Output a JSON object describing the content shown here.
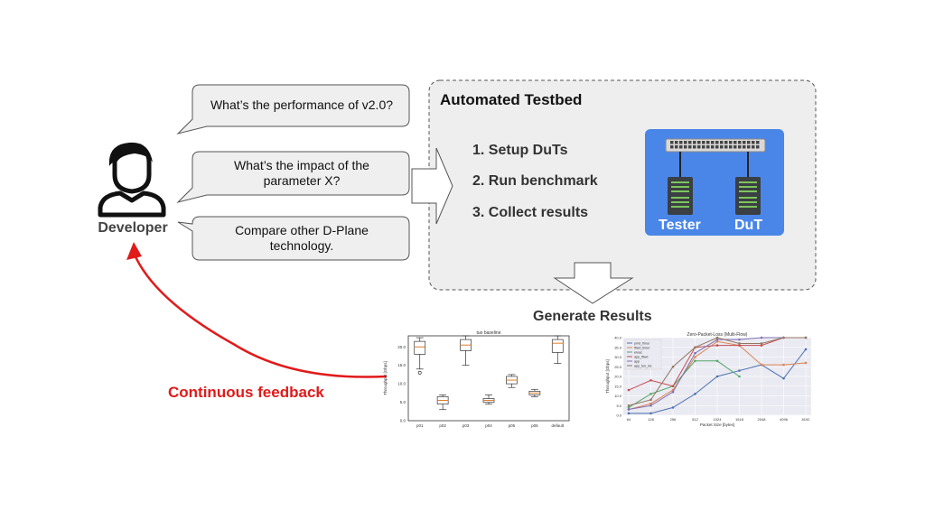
{
  "bubbles": [
    {
      "text": "What’s the performance of v2.0?"
    },
    {
      "line1": "What’s the impact of the",
      "line2": "parameter X?"
    },
    {
      "line1": "Compare other D-Plane",
      "line2": "technology."
    }
  ],
  "developer_label": "Developer",
  "testbed": {
    "title": "Automated Testbed",
    "steps": [
      "1.  Setup DuTs",
      "2.  Run benchmark",
      "3.  Collect results"
    ],
    "tester_label": "Tester",
    "dut_label": "DuT"
  },
  "generate_label": "Generate Results",
  "feedback_label": "Continuous feedback",
  "colors": {
    "feedback": "#e11a1a",
    "hardware_bg": "#4a86e8",
    "testbed_bg": "#eeeeee"
  },
  "chart_data": [
    {
      "type": "box",
      "title": "tuo baseline",
      "ylabel": "Throughput [Gbps]",
      "categories": [
        "p01",
        "p02",
        "p03",
        "p04",
        "p05",
        "p06",
        "default"
      ],
      "ylim": [
        0,
        23
      ],
      "yticks": [
        "0.0",
        "5.0",
        "10.0",
        "15.0",
        "20.0"
      ],
      "boxes": [
        {
          "min": 14,
          "q1": 18,
          "median": 20,
          "q3": 21.5,
          "max": 22.5,
          "outlier": 13
        },
        {
          "min": 3,
          "q1": 4.5,
          "median": 5.5,
          "q3": 6.5,
          "max": 7
        },
        {
          "min": 15,
          "q1": 19,
          "median": 20.5,
          "q3": 22,
          "max": 23
        },
        {
          "min": 4.5,
          "q1": 5,
          "median": 5.5,
          "q3": 6,
          "max": 7
        },
        {
          "min": 9,
          "q1": 10,
          "median": 11,
          "q3": 12,
          "max": 12.5
        },
        {
          "min": 6.5,
          "q1": 7,
          "median": 7.5,
          "q3": 8,
          "max": 8.5
        },
        {
          "min": 15.5,
          "q1": 18.5,
          "median": 21,
          "q3": 22,
          "max": 23
        }
      ]
    },
    {
      "type": "line",
      "title": "Zero-Packet-Loss (Multi-Flow)",
      "xlabel": "Packet Size [bytes]",
      "ylabel": "Throughput [Gbps]",
      "x": [
        "64",
        "128",
        "256",
        "512",
        "1024",
        "1518",
        "2048",
        "4096",
        "8192"
      ],
      "ylim": [
        0,
        40
      ],
      "yticks": [
        "0.0",
        "5.0",
        "10.0",
        "15.0",
        "20.0",
        "25.0",
        "30.0",
        "35.0",
        "40.0"
      ],
      "legend_position": "top-left",
      "series": [
        {
          "name": "pmd_thruo",
          "color": "#4c72b0",
          "values": [
            1,
            1,
            4,
            11,
            20,
            23,
            26,
            19,
            34
          ]
        },
        {
          "name": "tflwd_timer",
          "color": "#dd8452",
          "values": [
            3,
            6,
            13,
            30,
            38,
            36,
            26,
            26,
            27
          ]
        },
        {
          "name": "ereac",
          "color": "#55a868",
          "values": [
            4,
            11,
            15,
            28,
            28,
            20,
            null,
            null,
            null
          ]
        },
        {
          "name": "app_tflwd",
          "color": "#c44e52",
          "values": [
            13,
            18,
            15,
            35,
            36,
            36,
            36,
            40,
            40
          ]
        },
        {
          "name": "app",
          "color": "#8172b3",
          "values": [
            3,
            5,
            12,
            32,
            39,
            39,
            40,
            40,
            40
          ]
        },
        {
          "name": "app_fun_inc",
          "color": "#937860",
          "values": [
            5,
            8,
            25,
            35,
            40,
            37,
            37,
            40,
            40
          ]
        }
      ]
    }
  ]
}
